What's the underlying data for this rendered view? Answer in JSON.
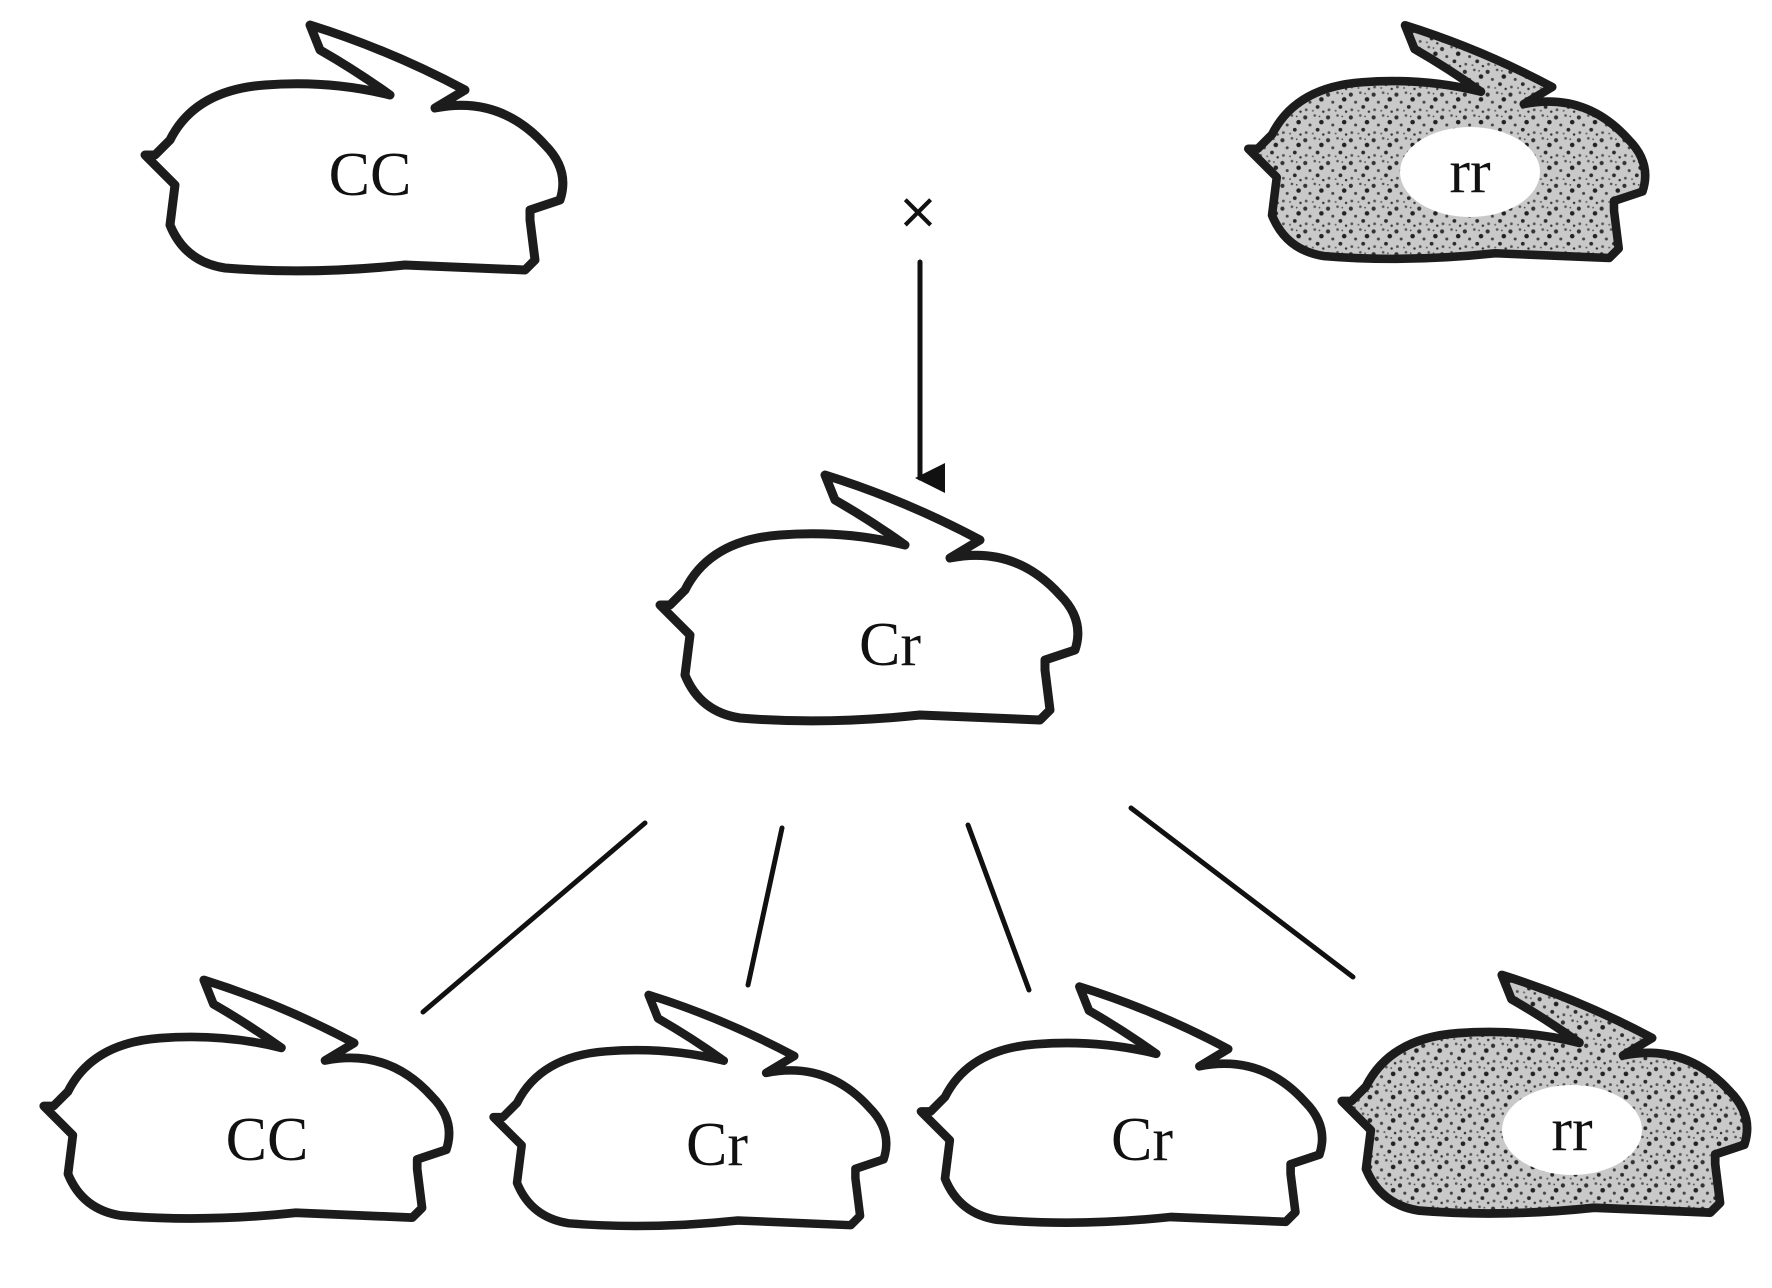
{
  "cross_symbol": "×",
  "parents": [
    {
      "genotype": "CC",
      "coat": "white"
    },
    {
      "genotype": "rr",
      "coat": "speckled"
    }
  ],
  "f1": {
    "genotype": "Cr",
    "coat": "white"
  },
  "f2": [
    {
      "genotype": "CC",
      "coat": "white"
    },
    {
      "genotype": "Cr",
      "coat": "white"
    },
    {
      "genotype": "Cr",
      "coat": "white"
    },
    {
      "genotype": "rr",
      "coat": "speckled"
    }
  ],
  "colors": {
    "ink": "#1c1c1c",
    "background": "#ffffff"
  }
}
